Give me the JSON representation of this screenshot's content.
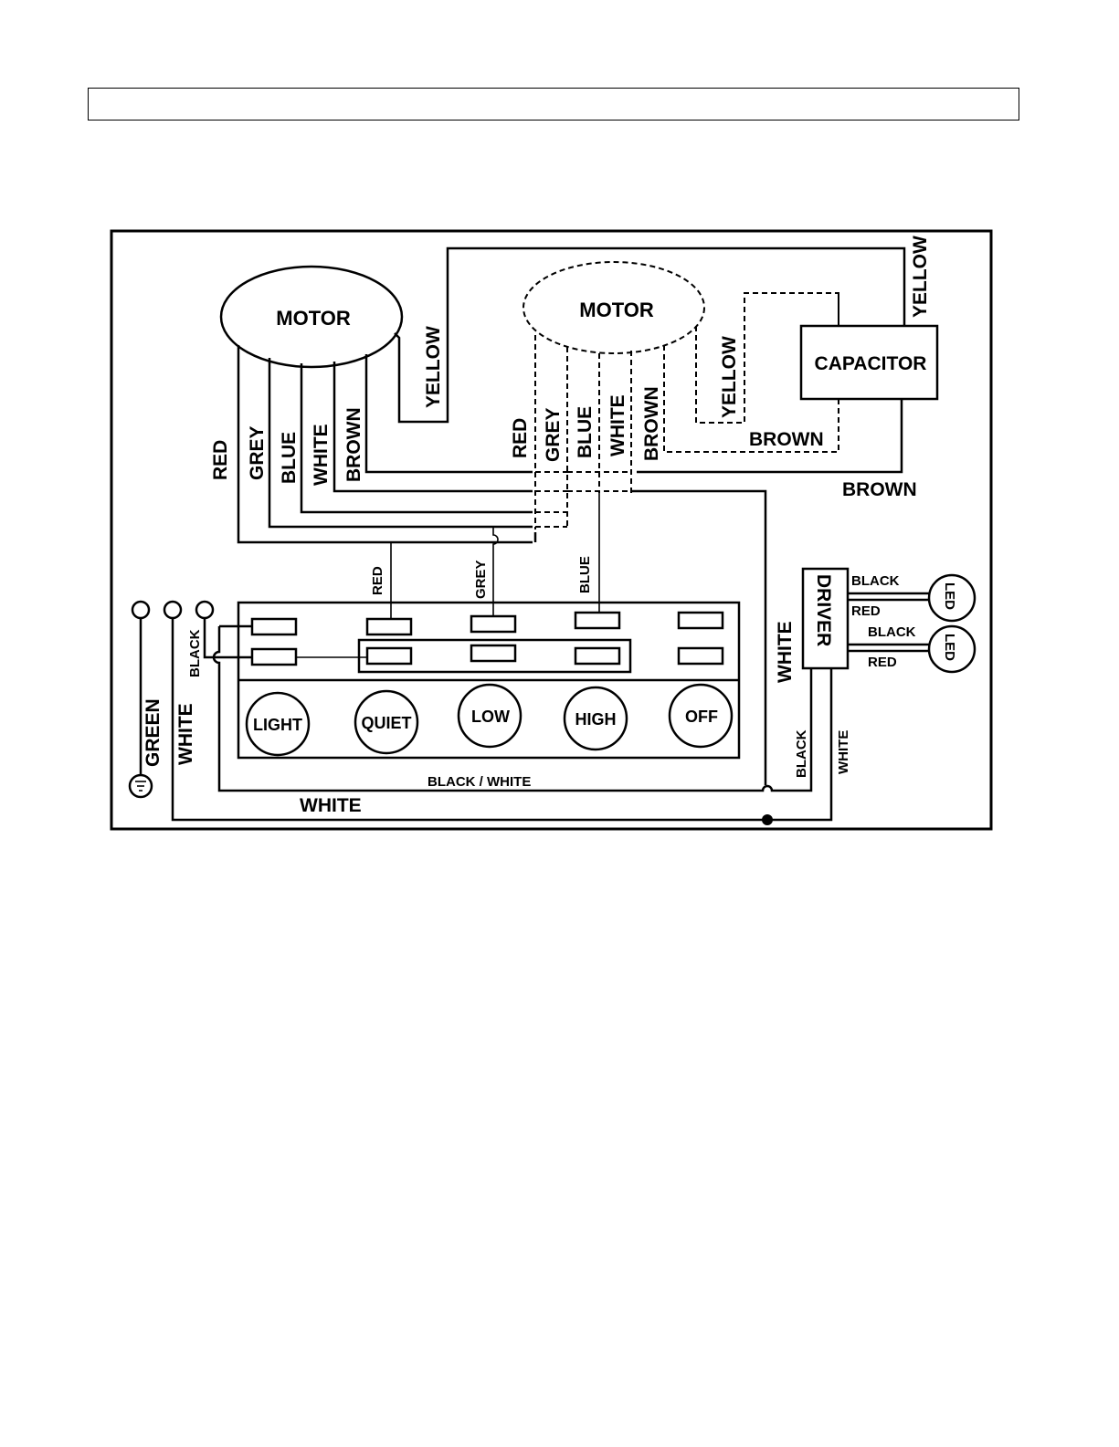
{
  "header": {
    "text": ""
  },
  "motors": {
    "left": "MOTOR",
    "right": "MOTOR"
  },
  "capacitor": "CAPACITOR",
  "driver": "DRIVER",
  "leds": [
    "LED",
    "LED"
  ],
  "left_motor_wires": [
    "RED",
    "GREY",
    "BLUE",
    "WHITE",
    "BROWN"
  ],
  "left_motor_yellow": "YELLOW",
  "right_motor_wires": [
    "RED",
    "GREY",
    "BLUE",
    "WHITE",
    "BROWN"
  ],
  "right_motor_yellow": "YELLOW",
  "capacitor_yellow": "YELLOW",
  "brown_dashed": "BROWN",
  "brown_solid": "BROWN",
  "switch_wires": [
    "RED",
    "GREY",
    "BLUE"
  ],
  "driver_out": [
    {
      "black": "BLACK",
      "red": "RED"
    },
    {
      "black": "BLACK",
      "red": "RED"
    }
  ],
  "white_to_driver": "WHITE",
  "driver_black": "BLACK",
  "driver_white": "WHITE",
  "supply": {
    "green": "GREEN",
    "white": "WHITE",
    "black": "BLACK"
  },
  "bottom_wires": {
    "black_white": "BLACK  /  WHITE",
    "white": "WHITE"
  },
  "buttons": [
    "LIGHT",
    "QUIET",
    "LOW",
    "HIGH",
    "OFF"
  ]
}
